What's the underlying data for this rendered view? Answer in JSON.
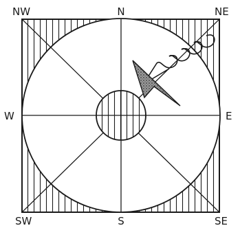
{
  "labels": {
    "nw": "NW",
    "n": "N",
    "ne": "NE",
    "w": "W",
    "e": "E",
    "sw": "SW",
    "s": "S",
    "se": "SE"
  },
  "colors": {
    "ink": "#1a1a1a",
    "paper": "#ffffff",
    "arrowhead_fill": "#8a8a8a"
  }
}
